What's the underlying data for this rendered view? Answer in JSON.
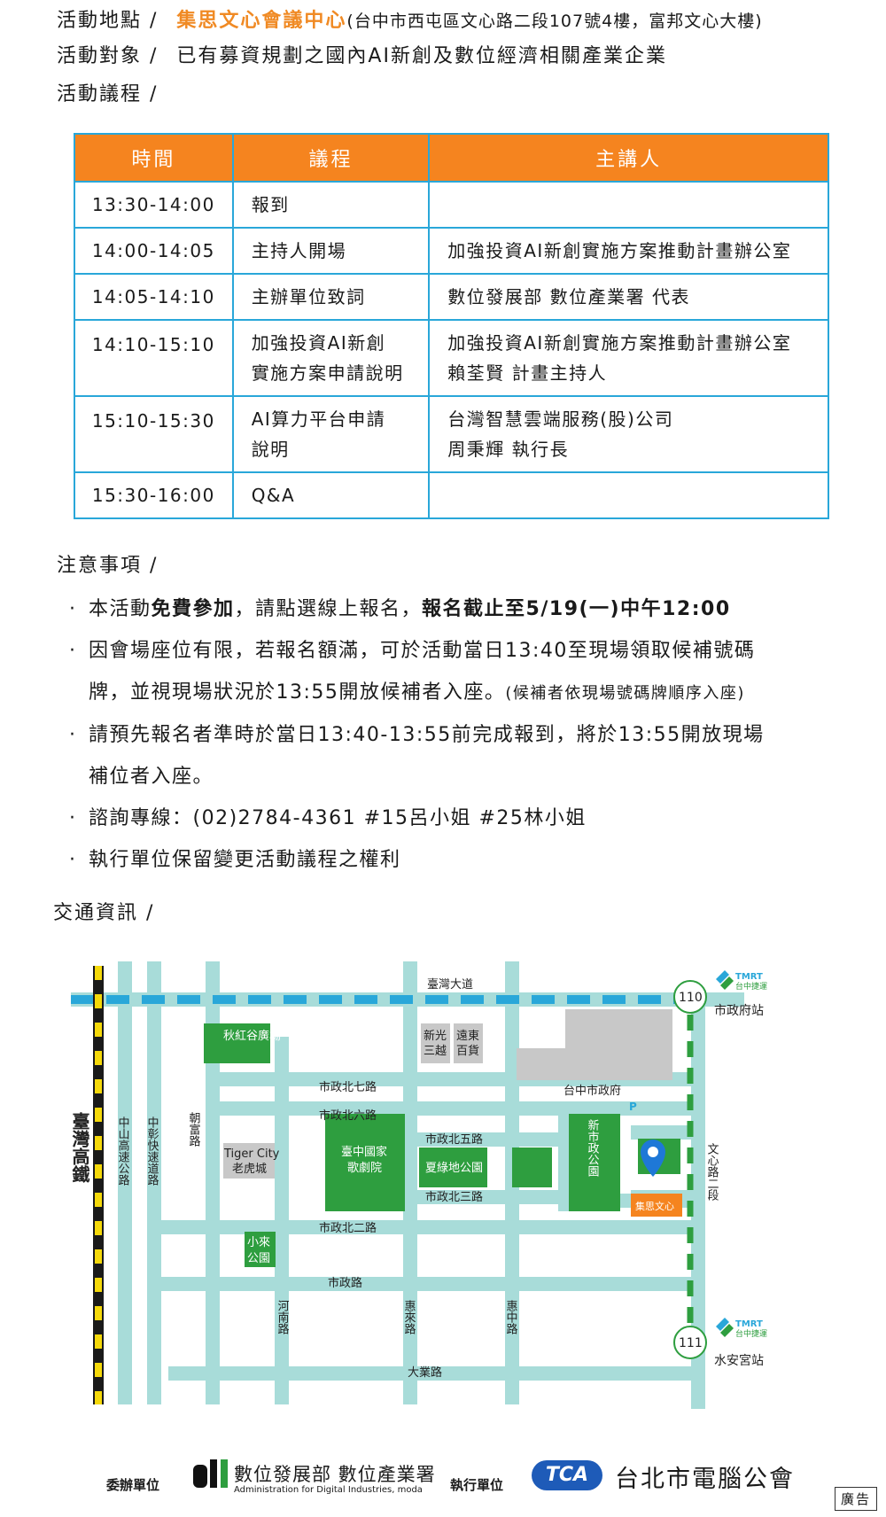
{
  "venue": {
    "label": "活動地點 /",
    "name": "集思文心會議中心",
    "address": "(台中市西屯區文心路二段107號4樓，富邦文心大樓)"
  },
  "audience": {
    "label": "活動對象 /",
    "value": "已有募資規劃之國內AI新創及數位經濟相關產業企業"
  },
  "agenda": {
    "label": "活動議程 /",
    "headers": [
      "時間",
      "議程",
      "主講人"
    ],
    "rows": [
      {
        "time": "13:30-14:00",
        "item": "報到",
        "speaker": ""
      },
      {
        "time": "14:00-14:05",
        "item": "主持人開場",
        "speaker": "加強投資AI新創實施方案推動計畫辦公室"
      },
      {
        "time": "14:05-14:10",
        "item": "主辦單位致詞",
        "speaker": "數位發展部 數位產業署 代表"
      },
      {
        "time": "14:10-15:10",
        "item_l1": "加強投資AI新創",
        "item_l2": "實施方案申請說明",
        "speaker_l1": "加強投資AI新創實施方案推動計畫辦公室",
        "speaker_l2": "賴荃賢 計畫主持人"
      },
      {
        "time": "15:10-15:30",
        "item_l1": "AI算力平台申請",
        "item_l2": "說明",
        "speaker_l1": "台灣智慧雲端服務(股)公司",
        "speaker_l2": "周秉輝 執行長"
      },
      {
        "time": "15:30-16:00",
        "item": "Q&A",
        "speaker": ""
      }
    ]
  },
  "notes": {
    "title": "注意事項 /",
    "n1_pre": "本活動",
    "n1_b1": "免費參加",
    "n1_mid": "，請點選線上報名，",
    "n1_b2": "報名截止至5/19(一)中午12:00",
    "n2_l1": "因會場座位有限，若報名額滿，可於活動當日13:40至現場領取候補號碼",
    "n2_l2": "牌，並視現場狀況於13:55開放候補者入座。",
    "n2_small": "(候補者依現場號碼牌順序入座)",
    "n3_l1": "請預先報名者準時於當日13:40-13:55前完成報到，將於13:55開放現場",
    "n3_l2": "補位者入座。",
    "n4": "諮詢專線：(02)2784-4361 #15呂小姐 #25林小姐",
    "n5": "執行單位保留變更活動議程之權利",
    "bullet": "·"
  },
  "transport": {
    "title": "交通資訊 /",
    "map": {
      "hsr": "臺灣高鐵",
      "hwy1": "中山高速公路",
      "hwy2": "中彰快速道路",
      "chaofu": "朝富路",
      "taiwan_blvd": "臺灣大道",
      "qiuhonggu": "秋紅谷廣場",
      "shinkong_1": "新光",
      "shinkong_2": "三越",
      "feg_1": "遠東",
      "feg_2": "百貨",
      "city_hall": "台中市政府",
      "north7": "市政北七路",
      "north6": "市政北六路",
      "north5": "市政北五路",
      "north3": "市政北三路",
      "north2": "市政北二路",
      "shizheng": "市政路",
      "tigercity_1": "Tiger City",
      "tigercity_2": "老虎城",
      "opera_1": "臺中國家",
      "opera_2": "歌劇院",
      "summer_park": "夏綠地公園",
      "new_park": "新市政公園",
      "xiaolai_1": "小來",
      "xiaolai_2": "公園",
      "henan": "河南路",
      "huilai": "惠來路",
      "huizhong": "惠中路",
      "daye": "大業路",
      "wenxin": "文心路二段",
      "venue": "集思文心",
      "parking": "P",
      "station_110_no": "110",
      "station_110": "市政府站",
      "station_111_no": "111",
      "station_111": "水安宮站",
      "tmrt_1": "TMRT",
      "tmrt_2": "台中捷運"
    }
  },
  "footer": {
    "organizer_label": "委辦單位",
    "organizer_name": "數位發展部 數位產業署",
    "organizer_en": "Administration for Digital Industries, moda",
    "executor_label": "執行單位",
    "executor_logo": "TCA",
    "executor_name": "台北市電腦公會",
    "ad": "廣告"
  },
  "colors": {
    "orange": "#f5841f",
    "table_border": "#29a7d9",
    "road": "#a8dcd9",
    "green": "#2e9e3f",
    "gray": "#c8c8c8",
    "mrt_blue": "#29a7d9"
  }
}
